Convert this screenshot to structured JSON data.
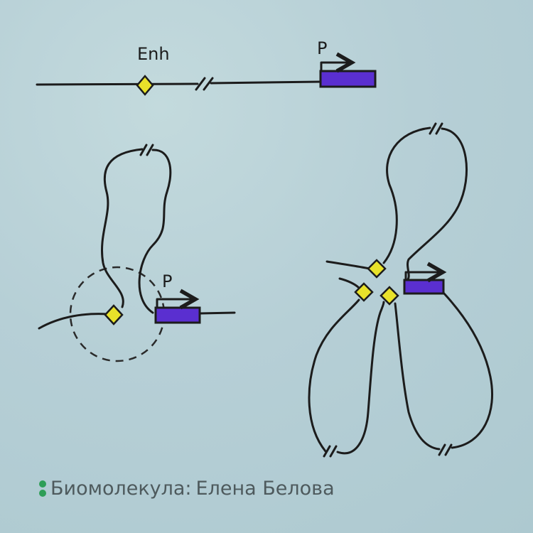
{
  "labels": {
    "enhancer": "Enh",
    "promoter_top": "P",
    "promoter_left": "P"
  },
  "credit": {
    "source": "Биомолекула:",
    "author": "Елена Белова"
  },
  "colors": {
    "enhancer": "#e8e22a",
    "promoter": "#5a2fd0",
    "logo_dot": "#2e9e57",
    "strand": "#1c1c1c"
  }
}
